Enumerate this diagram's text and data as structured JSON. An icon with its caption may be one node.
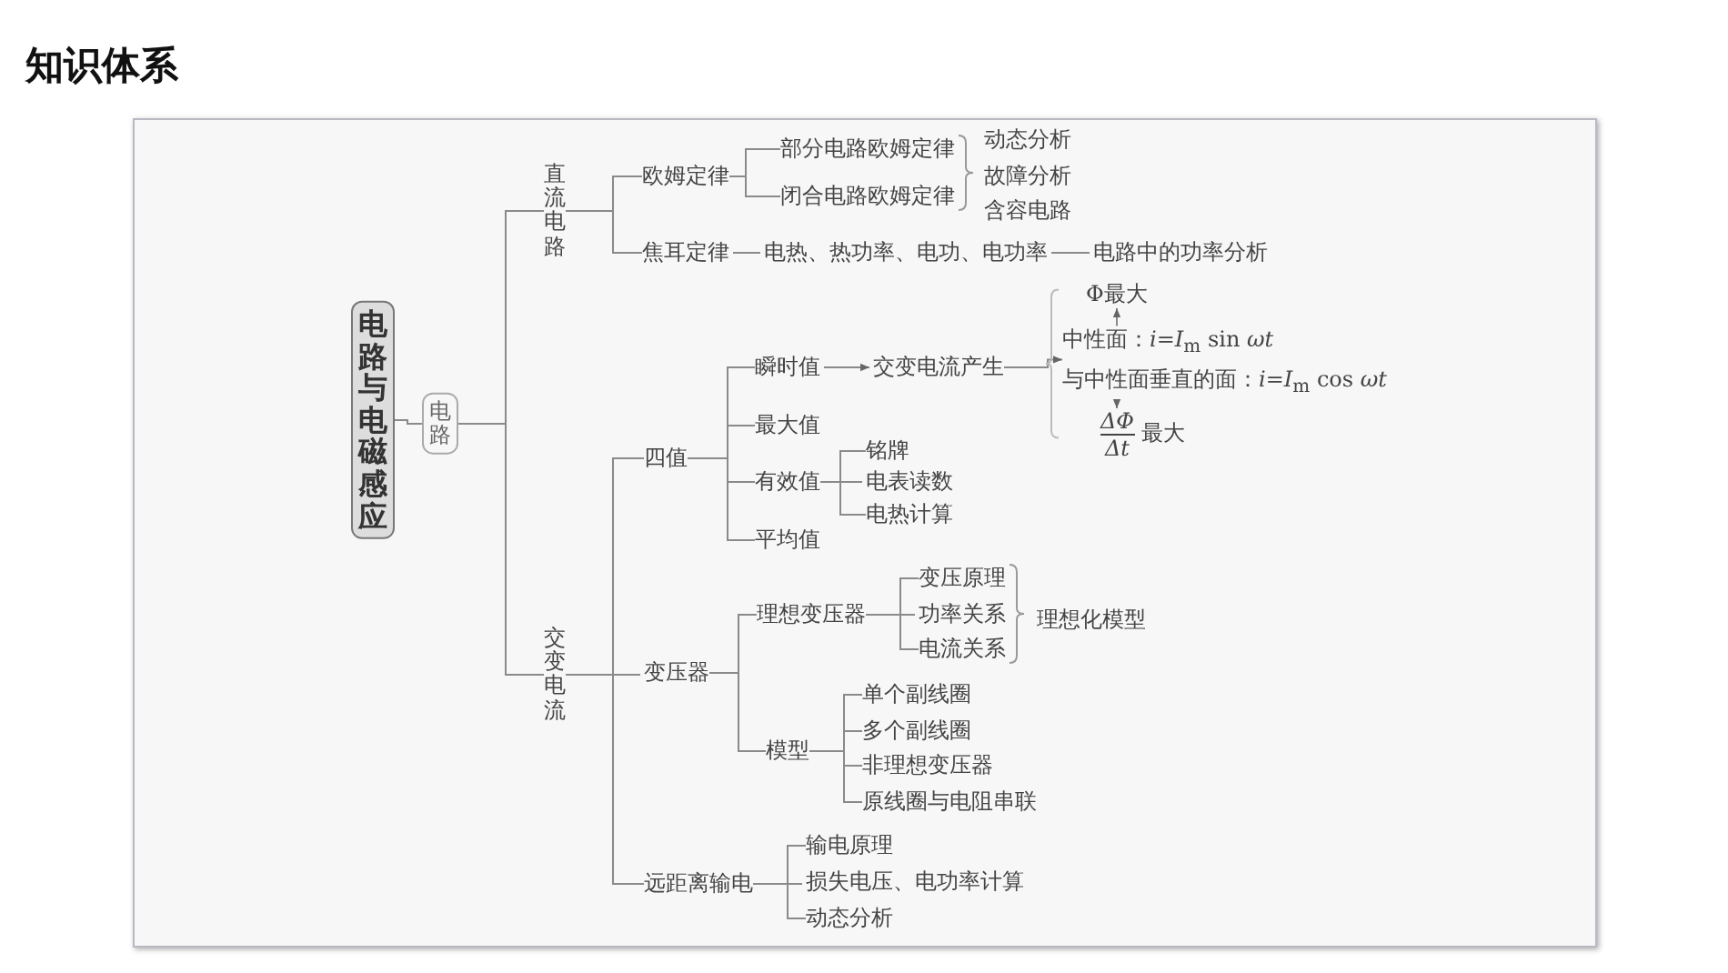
{
  "diagram": {
    "title": "知识体系",
    "nodes": [
      {
        "text": [
          "电路与电磁感应"
        ]
      },
      {
        "text": [
          "电路"
        ]
      },
      {
        "text": [
          "直流电路"
        ]
      },
      {
        "text": [
          "交变电流"
        ]
      },
      {
        "text": [
          "欧姆定律"
        ]
      },
      {
        "text": [
          "部分电路欧姆定律"
        ]
      },
      {
        "text": [
          "闭合电路欧姆定律"
        ]
      },
      {
        "text": [
          "动态分析"
        ]
      },
      {
        "text": [
          "故障分析"
        ]
      },
      {
        "text": [
          "含容电路"
        ]
      },
      {
        "text": [
          "焦耳定律"
        ]
      },
      {
        "text": [
          "电热、热功率、电功、电功率"
        ]
      },
      {
        "text": [
          "电路中的功率分析"
        ]
      },
      {
        "text": [
          "四值"
        ]
      },
      {
        "text": [
          "瞬时值"
        ]
      },
      {
        "text": [
          "交变电流产生"
        ]
      },
      {
        "text": [
          "Φ最大"
        ]
      },
      {
        "text": [
          "中性面：*i*=*I*$_{m}$ sin *ωt*"
        ]
      },
      {
        "text": [
          "与中性面垂直的面：*i*=*I*$_{m}$ cos *ωt*"
        ]
      },
      {
        "text": [
          "ΔΦ",
          "Δt",
          "最大"
        ]
      },
      {
        "text": [
          "最大值"
        ]
      },
      {
        "text": [
          "有效值"
        ]
      },
      {
        "text": [
          "铭牌"
        ]
      },
      {
        "text": [
          "电表读数"
        ]
      },
      {
        "text": [
          "电热计算"
        ]
      },
      {
        "text": [
          "平均值"
        ]
      },
      {
        "text": [
          "变压器"
        ]
      },
      {
        "text": [
          "理想变压器"
        ]
      },
      {
        "text": [
          "变压原理"
        ]
      },
      {
        "text": [
          "功率关系"
        ]
      },
      {
        "text": [
          "电流关系"
        ]
      },
      {
        "text": [
          "理想化模型"
        ]
      },
      {
        "text": [
          "模型"
        ]
      },
      {
        "text": [
          "单个副线圈"
        ]
      },
      {
        "text": [
          "多个副线圈"
        ]
      },
      {
        "text": [
          "非理想变压器"
        ]
      },
      {
        "text": [
          "原线圈与电阻串联"
        ]
      },
      {
        "text": [
          "远距离输电"
        ]
      },
      {
        "text": [
          "输电原理"
        ]
      },
      {
        "text": [
          "损失电压、电功率计算"
        ]
      },
      {
        "text": [
          "动态分析"
        ]
      }
    ],
    "edges": [
      {
        "from": 0,
        "to": 1,
        "arrow": "none"
      },
      {
        "from": 1,
        "to": 2,
        "arrow": "none"
      },
      {
        "from": 1,
        "to": 3,
        "arrow": "none"
      },
      {
        "from": 2,
        "to": 4,
        "arrow": "none"
      },
      {
        "from": 2,
        "to": 10,
        "arrow": "none"
      },
      {
        "from": 4,
        "to": 5,
        "arrow": "none"
      },
      {
        "from": 4,
        "to": 6,
        "arrow": "none"
      },
      {
        "from": 10,
        "to": 11,
        "arrow": "none"
      },
      {
        "from": 11,
        "to": 12,
        "arrow": "none"
      },
      {
        "from": 3,
        "to": 13,
        "arrow": "none"
      },
      {
        "from": 3,
        "to": 26,
        "arrow": "none"
      },
      {
        "from": 3,
        "to": 37,
        "arrow": "none"
      },
      {
        "from": 13,
        "to": 14,
        "arrow": "none"
      },
      {
        "from": 13,
        "to": 20,
        "arrow": "none"
      },
      {
        "from": 13,
        "to": 21,
        "arrow": "none"
      },
      {
        "from": 13,
        "to": 25,
        "arrow": "none"
      },
      {
        "from": 14,
        "to": 15,
        "arrow": "to"
      },
      {
        "from": 15,
        "to": 17,
        "arrow": "to"
      },
      {
        "from": 17,
        "to": 16,
        "arrow": "to"
      },
      {
        "from": 18,
        "to": 19,
        "arrow": "to"
      },
      {
        "from": 21,
        "to": 22,
        "arrow": "none"
      },
      {
        "from": 21,
        "to": 23,
        "arrow": "none"
      },
      {
        "from": 21,
        "to": 24,
        "arrow": "none"
      },
      {
        "from": 26,
        "to": 27,
        "arrow": "none"
      },
      {
        "from": 26,
        "to": 32,
        "arrow": "none"
      },
      {
        "from": 27,
        "to": 28,
        "arrow": "none"
      },
      {
        "from": 27,
        "to": 29,
        "arrow": "none"
      },
      {
        "from": 27,
        "to": 30,
        "arrow": "none"
      },
      {
        "from": 32,
        "to": 33,
        "arrow": "none"
      },
      {
        "from": 32,
        "to": 34,
        "arrow": "none"
      },
      {
        "from": 32,
        "to": 35,
        "arrow": "none"
      },
      {
        "from": 32,
        "to": 36,
        "arrow": "none"
      },
      {
        "from": 37,
        "to": 38,
        "arrow": "none"
      },
      {
        "from": 37,
        "to": 39,
        "arrow": "none"
      },
      {
        "from": 37,
        "to": 40,
        "arrow": "none"
      }
    ]
  }
}
